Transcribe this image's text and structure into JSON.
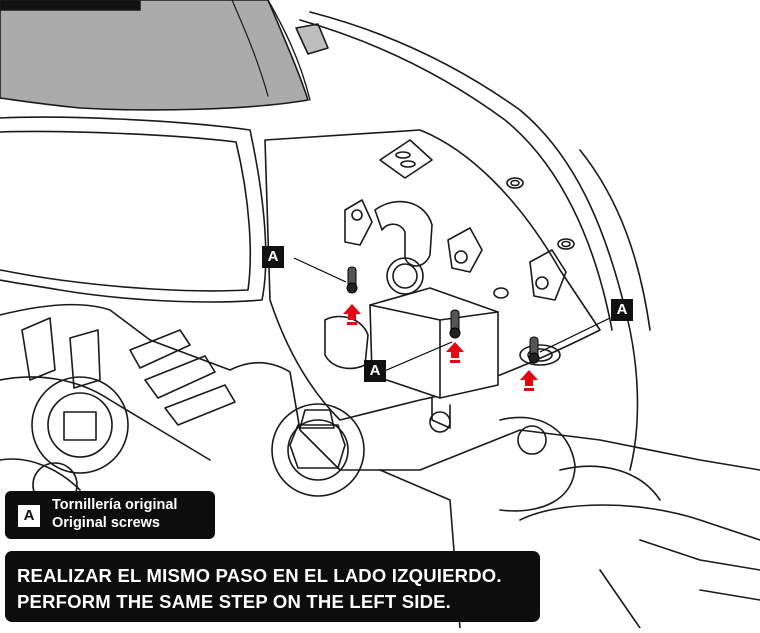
{
  "callouts": {
    "label": "A"
  },
  "legend": {
    "key": "A",
    "line1": "Tornillería original",
    "line2": "Original screws"
  },
  "note": {
    "line1": "REALIZAR EL MISMO PASO EN EL LADO IZQUIERDO.",
    "line2": "PERFORM THE SAME STEP ON THE LEFT SIDE."
  },
  "colors": {
    "arrow": "#e30613",
    "label_bg": "#111111",
    "fairing_shade": "#aaaaaa"
  }
}
